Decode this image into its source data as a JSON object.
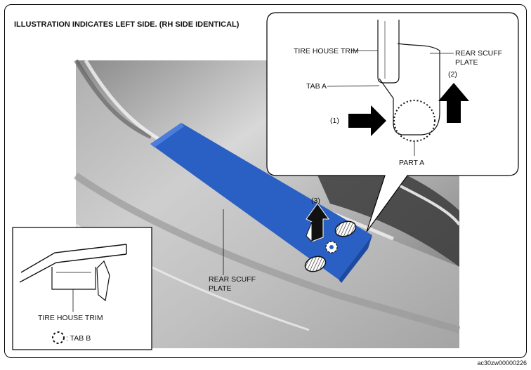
{
  "title": "ILLUSTRATION INDICATES LEFT SIDE. (RH SIDE IDENTICAL)",
  "callout": {
    "tire_house_trim": "TIRE HOUSE TRIM",
    "tab_a": "TAB A",
    "rear_scuff_plate_line1": "REAR SCUFF",
    "rear_scuff_plate_line2": "PLATE",
    "step_1": "(1)",
    "step_2": "(2)",
    "part_a": "PART A"
  },
  "main": {
    "step_3": "(3)",
    "rear_scuff_plate_line1": "REAR SCUFF",
    "rear_scuff_plate_line2": "PLATE"
  },
  "inset": {
    "tire_house_trim": "TIRE HOUSE TRIM",
    "tab_b": ": TAB B"
  },
  "figure_code": "ac30zw00000226",
  "colors": {
    "scuff_plate": "#2a5fc4",
    "arrow": "#000000"
  }
}
